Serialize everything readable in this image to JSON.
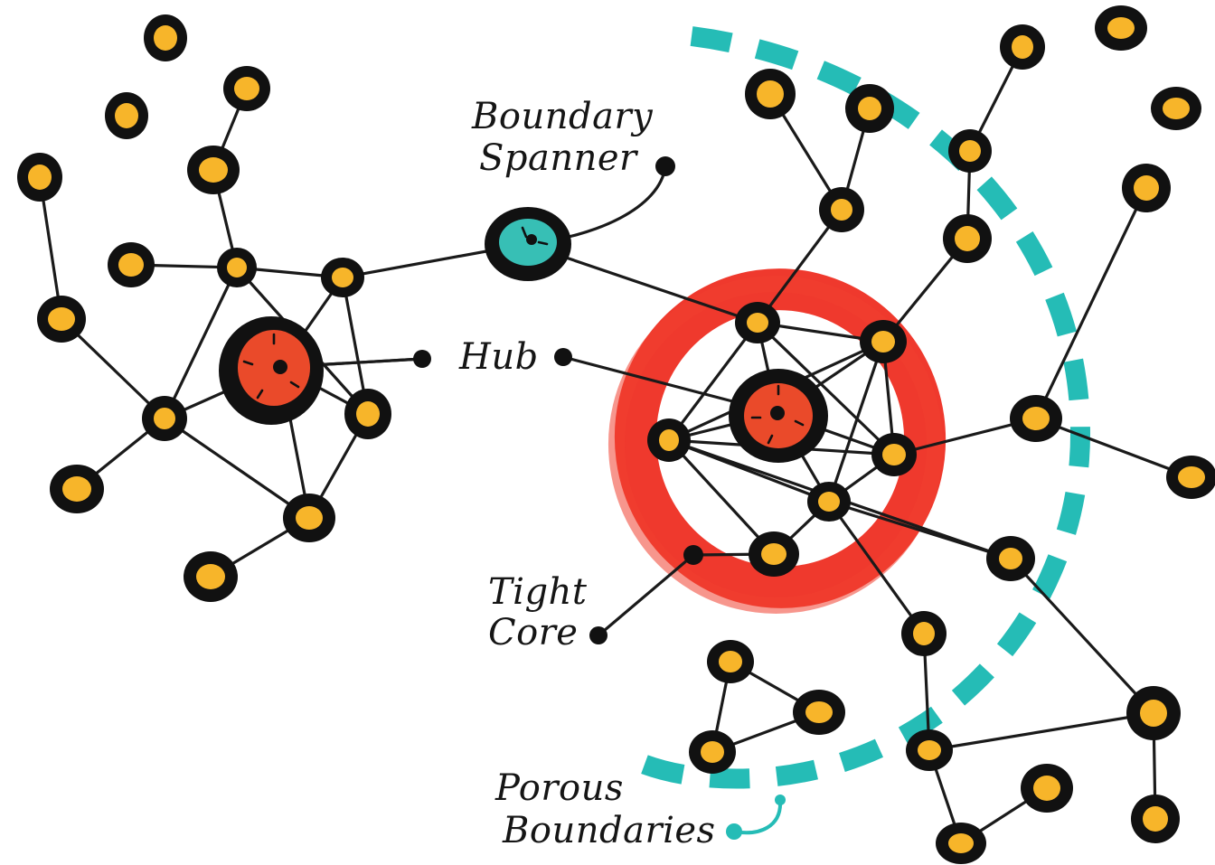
{
  "labels": {
    "boundary_spanner_line1": "Boundary",
    "boundary_spanner_line2": "Spanner",
    "hub": "Hub",
    "tight_core_line1": "Tight",
    "tight_core_line2": "Core",
    "porous_line1": "Porous",
    "porous_line2": "Boundaries"
  },
  "colors": {
    "node_fill": "#f7b52a",
    "node_outline": "#111111",
    "hub_fill": "#ea4a2a",
    "boundary_spanner_fill": "#37bfb5",
    "tight_core_ring": "#ee2a1d",
    "porous_boundary": "#25bcb6"
  }
}
